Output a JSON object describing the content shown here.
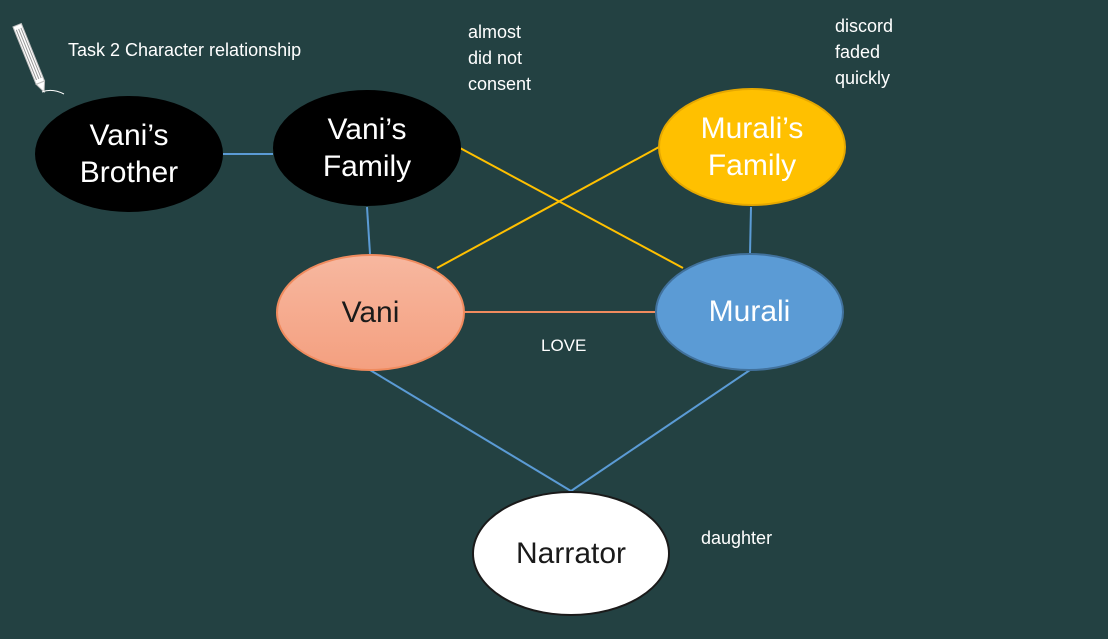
{
  "title": "Task 2  Character relationship",
  "nodes": {
    "vanis_brother": [
      "Vani’s",
      "Brother"
    ],
    "vanis_family": [
      "Vani’s",
      "Family"
    ],
    "muralis_family": [
      "Murali’s",
      "Family"
    ],
    "vani": "Vani",
    "murali": "Murali",
    "narrator": "Narrator"
  },
  "annotations": {
    "almost_did_not_consent": [
      "almost",
      "did not",
      "consent"
    ],
    "discord_faded_quickly": [
      "discord",
      "faded",
      "quickly"
    ],
    "love": "LOVE",
    "daughter": "daughter"
  },
  "colors": {
    "background": "#234142",
    "blue_edge": "#5b9bd5",
    "gold_edge": "#ffc000",
    "orange_edge": "#f08b5e"
  }
}
